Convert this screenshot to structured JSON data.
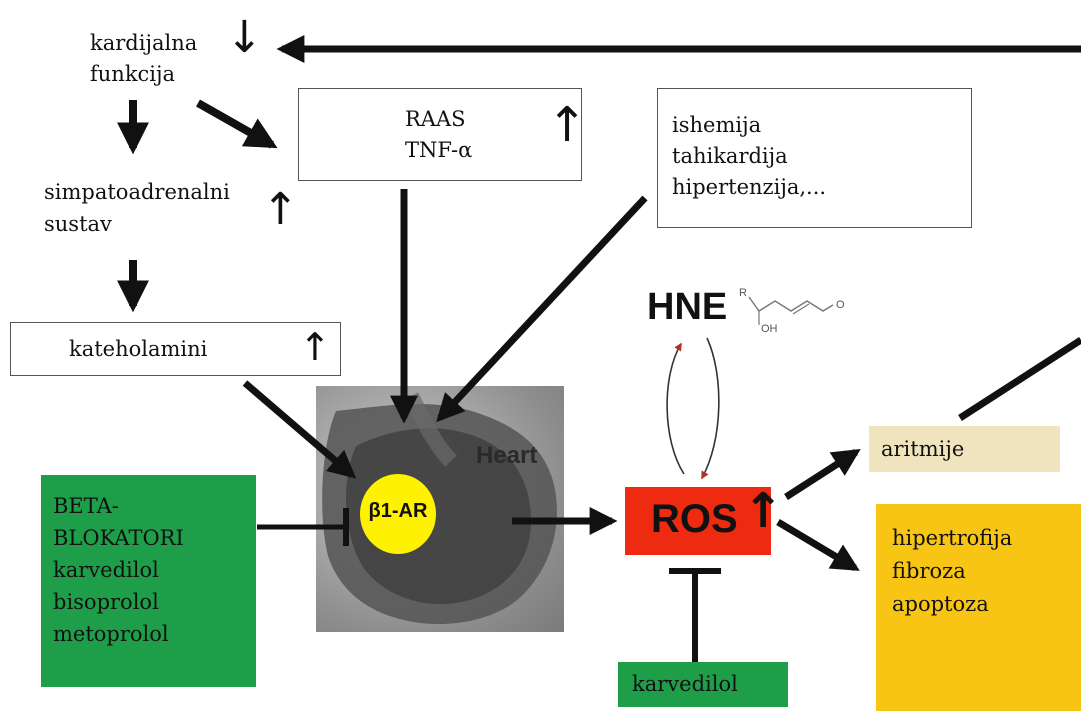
{
  "nodes": {
    "cardiac_function": {
      "line1": "kardijalna",
      "line2": "funkcija",
      "trend": "↓"
    },
    "sympathoadrenal": {
      "line1": "simpatoadrenalni",
      "line2": "sustav",
      "trend": "↑"
    },
    "catecholamines": {
      "label": "kateholamini",
      "trend": "↑"
    },
    "raas": {
      "line1": "RAAS",
      "line2": "TNF-α",
      "trend": "↑"
    },
    "triggers": {
      "line1": "ishemija",
      "line2": "tahikardija",
      "line3": "hipertenzija,..."
    },
    "beta_blockers": {
      "line1": "BETA-",
      "line2": "BLOKATORI",
      "line3": "karvedilol",
      "line4": "bisoprolol",
      "line5": "metoprolol"
    },
    "heart": {
      "label": "Heart",
      "receptor": "β1-AR"
    },
    "hne": {
      "label": "HNE",
      "struct_r": "R",
      "struct_oh": "OH",
      "struct_o": "O"
    },
    "ros": {
      "label": "ROS",
      "trend": "↑"
    },
    "carvedilol": {
      "label": "karvedilol"
    },
    "arrhythmia": {
      "label": "aritmije"
    },
    "outcomes": {
      "line1": "hipertrofija",
      "line2": "fibroza",
      "line3": "apoptoza"
    }
  },
  "colors": {
    "green": "#1f9e4a",
    "ros_red": "#ee2a10",
    "beige": "#efe4bd",
    "amber": "#f9c514",
    "yellow": "#fff200",
    "arrow": "#111111",
    "cycle_arrow": "#b5302a"
  }
}
